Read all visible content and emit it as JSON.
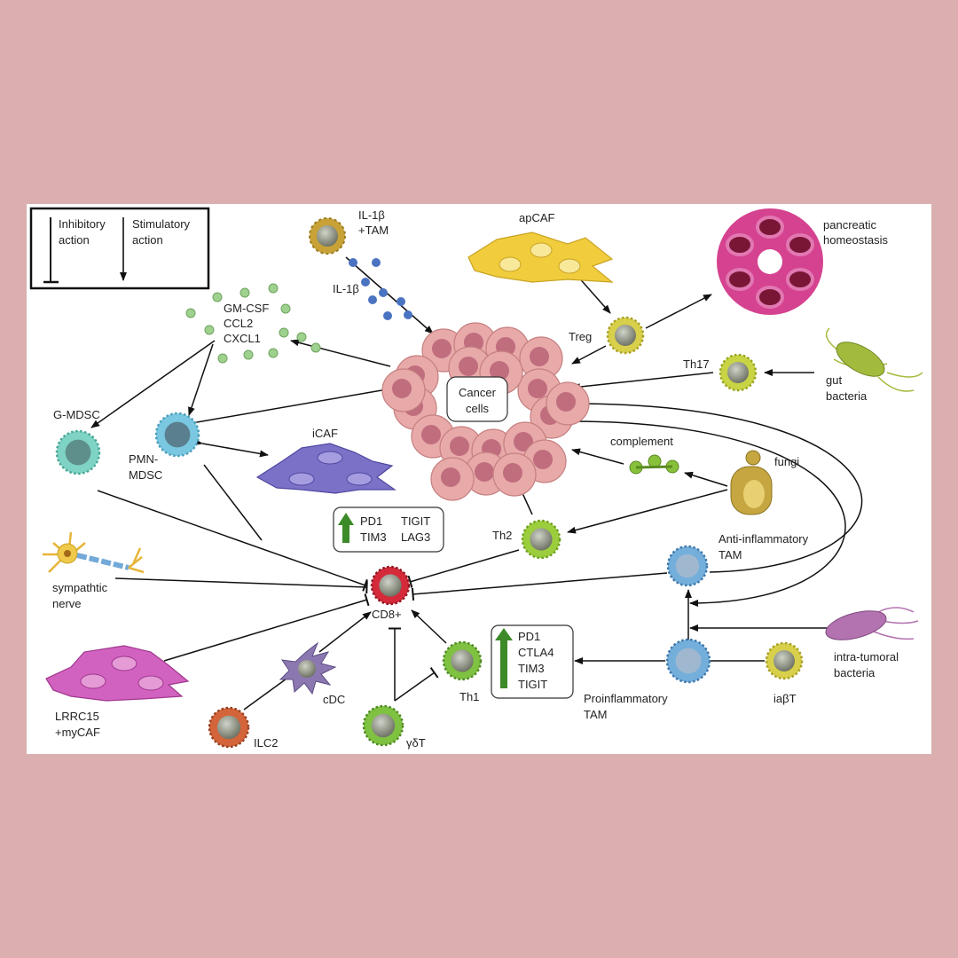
{
  "legend": {
    "inhibitory": [
      "Inhibitory",
      "action"
    ],
    "stimulatory": [
      "Stimulatory",
      "action"
    ]
  },
  "labels": {
    "il1b_tam": [
      "IL-1β",
      "+TAM"
    ],
    "il1b": "IL-1β",
    "apcaf": "apCAF",
    "pancreatic": [
      "pancreatic",
      "homeostasis"
    ],
    "cytokines": [
      "GM-CSF",
      "CCL2",
      "CXCL1"
    ],
    "treg": "Treg",
    "th17": "Th17",
    "gut_bacteria": [
      "gut",
      "bacteria"
    ],
    "cancer_cells": [
      "Cancer",
      "cells"
    ],
    "g_mdsc": "G-MDSC",
    "pmn_mdsc": [
      "PMN-",
      "MDSC"
    ],
    "icaf": "iCAF",
    "complement": "complement",
    "fungi": "fungi",
    "cd8_markers": [
      "PD1",
      "TIGIT",
      "TIM3",
      "LAG3"
    ],
    "th2": "Th2",
    "anti_tam": [
      "Anti-inflammatory",
      "TAM"
    ],
    "sympathetic": [
      "sympathtic",
      "nerve"
    ],
    "cd8": "CD8+",
    "intra_bacteria": [
      "intra-tumoral",
      "bacteria"
    ],
    "th1_markers": [
      "PD1",
      "CTLA4",
      "TIM3",
      "TIGIT"
    ],
    "lrrc15": [
      "LRRC15",
      "+myCAF"
    ],
    "cdc": "cDC",
    "th1": "Th1",
    "pro_tam": [
      "Proinflammatory",
      "TAM"
    ],
    "iabt": "iaβT",
    "ilc2": "ILC2",
    "gdt": "γδT"
  },
  "colors": {
    "background": "#dbafaf",
    "cancer": "#e8a9a9",
    "cd8": "#d42a3a",
    "treg": "#d8d04a",
    "th17": "#c9d445",
    "th1": "#7fc241",
    "th2": "#9ccd3c",
    "mdsc_g": "#7fd3c4",
    "mdsc_pmn": "#79c7e0",
    "icaf": "#7b72c8",
    "apcaf": "#f1cd3e",
    "tam": "#74aedb",
    "ilc2": "#d4643a",
    "cdc": "#8b78b0",
    "mycaf": "#d262c0",
    "il1b_tam": "#c8a237",
    "bacteria_gut": "#a2bb3c",
    "bacteria_intra": "#b372b0",
    "fungi": "#c6a640",
    "complement": "#87c13a",
    "cytokine_dots": "#9fd18e",
    "il1b_dots": "#4a73c2",
    "upregulation_arrow": "#3c8a28"
  }
}
